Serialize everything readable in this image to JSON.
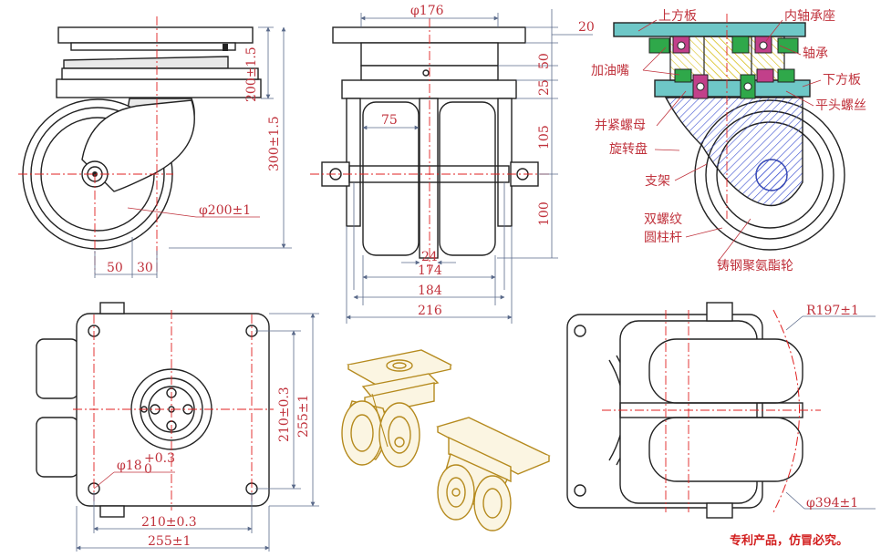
{
  "dimensions": {
    "side_h_swivel": "200±1.5",
    "side_h_total": "300±1.5",
    "side_wheel_dia": "φ200±1",
    "side_offset_a": "50",
    "side_offset_b": "30",
    "front_plate_w": "φ176",
    "front_top_h": "20",
    "front_swivel_h": "50",
    "front_plate_h": "25",
    "front_fork_h": "105",
    "front_axle_h": "100",
    "front_wheel_w": "75",
    "front_gap": "24",
    "front_w_174": "174",
    "front_w_184": "184",
    "front_w_216": "216",
    "top_hole_v": "210±0.3",
    "top_plate_v": "255±1",
    "top_hole_h": "210±0.3",
    "top_plate_h": "255±1",
    "top_hole_dia": "φ18",
    "top_hole_tol_up": "+0.3",
    "top_hole_tol_dn": "0",
    "bottom_radius": "R197±1",
    "bottom_sweep": "φ394±1"
  },
  "labels": {
    "upper_plate": "上方板",
    "inner_bearing_seat": "内轴承座",
    "bearing": "轴承",
    "grease_nipple": "加油嘴",
    "lower_plate": "下方板",
    "flat_screw": "平头螺丝",
    "lock_nut": "并紧螺母",
    "turntable": "旋转盘",
    "bracket": "支架",
    "double_thread_1": "双螺纹",
    "double_thread_2": "圆柱杆",
    "wheel": "铸钢聚氨酯轮"
  },
  "footer": {
    "notice": "专利产品，仿冒必究。"
  },
  "colors": {
    "dimension": "#c0323c",
    "outline": "#222222",
    "centerline": "#e02020",
    "hatch_blue": "#3a4fd0",
    "hatch_yellow": "#d8c020",
    "bearing_green": "#2fa84a",
    "bearing_magenta": "#c2408a",
    "plate_cyan": "#6ec7c7",
    "iso_gold": "#b58a1e"
  }
}
